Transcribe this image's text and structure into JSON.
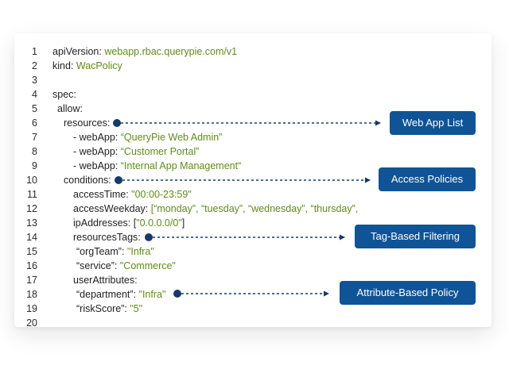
{
  "code": {
    "lines": [
      {
        "n": "1",
        "key": "apiVersion",
        "sep": ": ",
        "val": "webapp.rbac.querypie.com/v1",
        "indent": 0
      },
      {
        "n": "2",
        "key": "kind",
        "sep": ": ",
        "val": "WacPolicy",
        "indent": 0
      },
      {
        "n": "3",
        "key": "",
        "sep": "",
        "val": "",
        "indent": 0
      },
      {
        "n": "4",
        "key": "spec:",
        "sep": "",
        "val": "",
        "indent": 0
      },
      {
        "n": "5",
        "key": "allow:",
        "sep": "",
        "val": "",
        "indent": 6
      },
      {
        "n": "6",
        "key": "resources:",
        "sep": "",
        "val": "",
        "indent": 14
      },
      {
        "n": "7",
        "key": "- webApp",
        "sep": ": ",
        "val": "“QueryPie Web Admin”",
        "indent": 26
      },
      {
        "n": "8",
        "key": "- webApp",
        "sep": ": ",
        "val": "“Customer Portal”",
        "indent": 26
      },
      {
        "n": "9",
        "key": "- webApp",
        "sep": ": ",
        "val": "“Internal App Management“",
        "indent": 26
      },
      {
        "n": "10",
        "key": "conditions:",
        "sep": "",
        "val": "",
        "indent": 14
      },
      {
        "n": "11",
        "key": "accessTime",
        "sep": ": ",
        "val": "\"00:00-23:59\"",
        "indent": 26
      },
      {
        "n": "12",
        "key": "accessWeekday",
        "sep": ": ",
        "val": "[“monday”, “tuesday”, “wednesday”, “thursday”,",
        "indent": 26
      },
      {
        "n": "13",
        "key": "ipAddresses",
        "sep": ": [",
        "val": "\"0.0.0.0/0\"",
        "tail": "]",
        "indent": 26
      },
      {
        "n": "14",
        "key": "resourcesTags:",
        "sep": "",
        "val": "",
        "indent": 26
      },
      {
        "n": "15",
        "key": "“orgTeam”",
        "sep": ": ",
        "val": "\"Infra\"",
        "indent": 30
      },
      {
        "n": "16",
        "key": "“service”",
        "sep": ": ",
        "val": "\"Commerce\"",
        "indent": 30
      },
      {
        "n": "17",
        "key": "userAttributes:",
        "sep": "",
        "val": "",
        "indent": 26
      },
      {
        "n": "18",
        "key": "“department”",
        "sep": ": ",
        "val": "\"Infra\"",
        "indent": 30
      },
      {
        "n": "19",
        "key": "“riskScore”",
        "sep": ": ",
        "val": "\"5\"",
        "indent": 30
      },
      {
        "n": "20",
        "key": "",
        "sep": "",
        "val": "",
        "indent": 0
      }
    ]
  },
  "callouts": [
    {
      "label": "Web App List"
    },
    {
      "label": "Access Policies"
    },
    {
      "label": "Tag-Based Filtering"
    },
    {
      "label": "Attribute-Based Policy"
    }
  ],
  "colors": {
    "box": "#0f5497",
    "value_text": "#5e8d14",
    "connector": "#143a6b"
  }
}
